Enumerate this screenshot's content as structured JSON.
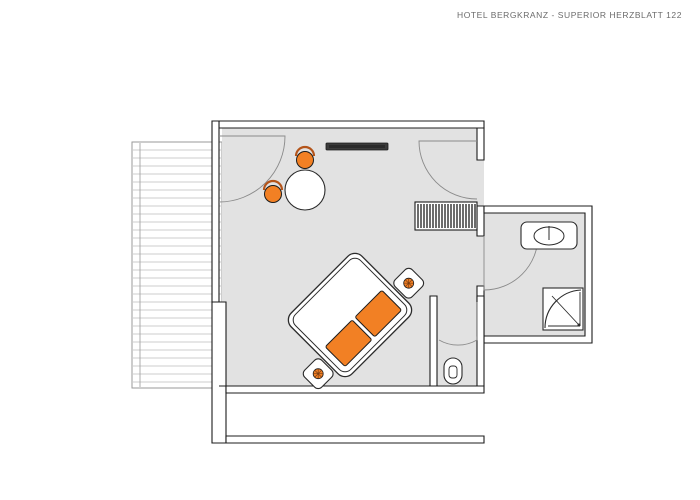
{
  "document": {
    "title": "HOTEL BERGKRANZ - SUPERIOR HERZBLATT 122",
    "hotel_name": "HOTEL BERGKRANZ",
    "room_type": "SUPERIOR HERZBLATT",
    "room_number": "122",
    "type": "architectural-floor-plan",
    "page_background": "#ffffff"
  },
  "colors": {
    "wall_stroke": "#1c1c1c",
    "wall_fill": "#ffffff",
    "floor_fill": "#e2e2e2",
    "floor_stroke": "#3a3a3a",
    "furniture_stroke": "#2b2b2b",
    "furniture_fill": "#ffffff",
    "accent_orange": "#f28024",
    "accent_orange_stroke": "#b4541a",
    "dark_unit": "#3b3b3b",
    "balcony_stroke": "#9a9a9a",
    "text_gray": "#6b6b6b",
    "door_arc": "#8a8a8a"
  },
  "rooms": [
    {
      "name": "bedroom",
      "label": "Bedroom / living area"
    },
    {
      "name": "bathroom",
      "label": "Bathroom"
    },
    {
      "name": "wc-alcove",
      "label": "WC alcove"
    },
    {
      "name": "balcony",
      "label": "Balcony"
    },
    {
      "name": "entry-hall",
      "label": "Entry hall"
    }
  ],
  "fixtures": [
    {
      "name": "bed",
      "label": "Double bed",
      "rotation_deg": -45
    },
    {
      "name": "pillow-left",
      "label": "Pillow",
      "color": "#f28024"
    },
    {
      "name": "pillow-right",
      "label": "Pillow",
      "color": "#f28024"
    },
    {
      "name": "nightstand-upper",
      "label": "Nightstand with lamp"
    },
    {
      "name": "nightstand-lower",
      "label": "Nightstand with lamp"
    },
    {
      "name": "round-table",
      "label": "Round table"
    },
    {
      "name": "armchair-upper",
      "label": "Armchair",
      "color": "#f28024"
    },
    {
      "name": "armchair-lower",
      "label": "Armchair",
      "color": "#f28024"
    },
    {
      "name": "tv-sideboard",
      "label": "TV sideboard",
      "color": "#3b3b3b"
    },
    {
      "name": "wardrobe",
      "label": "Wardrobe with hanging rail"
    },
    {
      "name": "vanity-sink",
      "label": "Vanity with washbasin"
    },
    {
      "name": "shower",
      "label": "Corner shower"
    },
    {
      "name": "toilet",
      "label": "Toilet"
    },
    {
      "name": "balcony-decking",
      "label": "Balcony decking"
    }
  ],
  "doors": [
    {
      "name": "balcony-door",
      "label": "Balcony door",
      "swing": "inward"
    },
    {
      "name": "entrance-door",
      "label": "Entrance door",
      "swing": "inward"
    },
    {
      "name": "bathroom-door",
      "label": "Bathroom door",
      "swing": "inward"
    },
    {
      "name": "wc-door",
      "label": "WC door",
      "swing": "inward"
    }
  ]
}
